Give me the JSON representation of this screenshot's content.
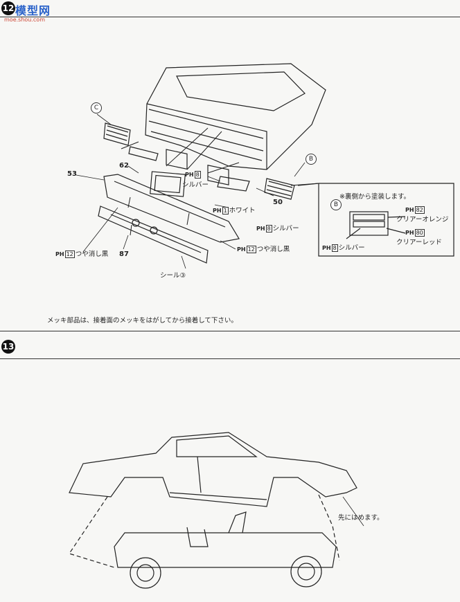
{
  "logo": {
    "text": "模型网",
    "url": "moe.shou.com"
  },
  "step12": {
    "number": "12",
    "callouts": {
      "c": "C",
      "b": "B",
      "b_detail": "B"
    },
    "part_numbers": {
      "p62": "62",
      "p53": "53",
      "p50": "50",
      "p87": "87"
    },
    "labels": {
      "silver_top": "シルバー",
      "silver_top_code": "8",
      "white": "ホワイト",
      "white_code": "1",
      "silver_50": "シルバー",
      "silver_50_code": "8",
      "matte_black_left": "つや消し黒",
      "matte_black_left_code": "12",
      "matte_black_right": "つや消し黒",
      "matte_black_right_code": "12",
      "seal": "シール③",
      "ph": "PH"
    },
    "detail_box": {
      "note": "※裏側から塗装します。",
      "clear_orange": "クリアーオレンジ",
      "clear_orange_code": "82",
      "clear_red": "クリアーレッド",
      "clear_red_code": "80",
      "silver": "シルバー",
      "silver_code": "8"
    },
    "note": "メッキ部品は、接着面のメッキをはがしてから接着して下さい。"
  },
  "step13": {
    "number": "13",
    "note": "先にはめます。"
  }
}
